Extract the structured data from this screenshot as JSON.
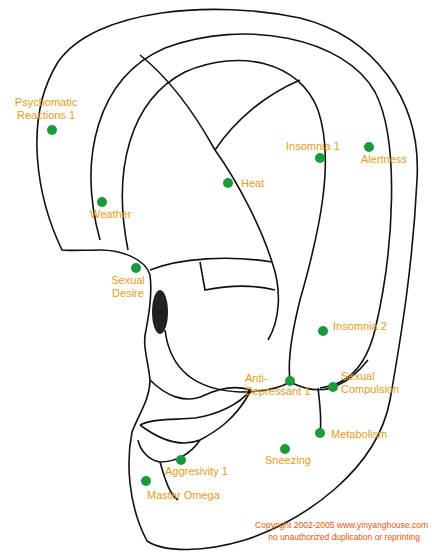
{
  "diagram": {
    "labels": [
      "Psychomatic Reactions 1",
      "Insomnia 1",
      "Alertness",
      "Heat",
      "Weather",
      "Sexual Desire",
      "Insomnia 2",
      "Anti-Depressant 1",
      "Sexual Compulsion",
      "Metabolism",
      "Sneezing",
      "Aggresivity 1",
      "Master Omega",
      "Copyright 2002-2005 www.yinyanghouse.com",
      "no unauthorized duplication or reprinting"
    ]
  }
}
